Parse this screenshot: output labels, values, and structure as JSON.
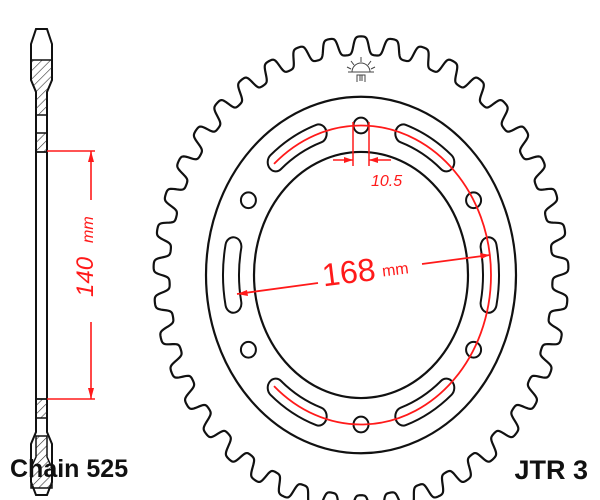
{
  "drawing": {
    "chain_label": "Chain 525",
    "part_number": "JTR 3",
    "pcd_value": "168",
    "pcd_unit": "mm",
    "center_bore_value": "140",
    "center_bore_unit": "mm",
    "bolt_hole_value": "10.5",
    "logo": "jt-sun-logo"
  },
  "colors": {
    "outline": "#111111",
    "dimension": "#ff1a1a",
    "hatch": "#333333"
  }
}
